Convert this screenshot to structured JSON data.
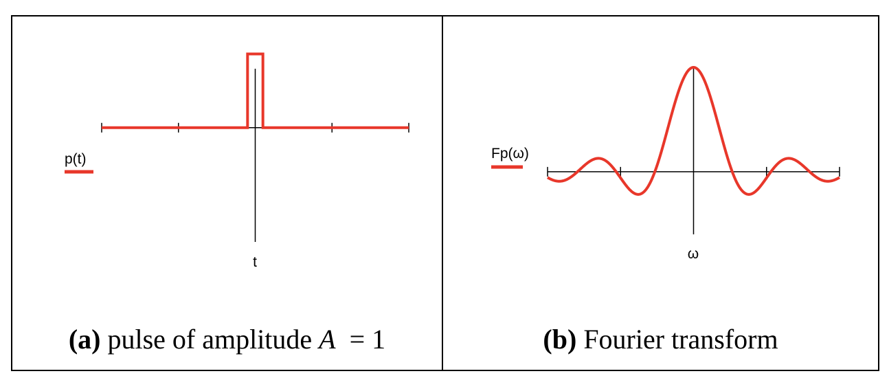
{
  "chart_data": [
    {
      "type": "line",
      "panel": "a",
      "legend": "p(t)",
      "xlabel": "t",
      "series_color": "#e8372a",
      "pulse": {
        "amplitude": 1,
        "t_start": -0.5,
        "t_end": 0.5
      },
      "xlim": [
        -10,
        10
      ],
      "ylim": [
        -1.55,
        0.8
      ],
      "x_ticks": [
        -10,
        -5,
        5,
        10
      ],
      "caption": {
        "label": "(a)",
        "text_pre": " pulse of amplitude ",
        "var": "A",
        "text_post": "  = 1"
      }
    },
    {
      "type": "line",
      "panel": "b",
      "legend": "Fp(ω)",
      "xlabel": "ω",
      "series_color": "#e8372a",
      "function": "sinc",
      "peak": 1,
      "xlim": [
        -20,
        20
      ],
      "ylim": [
        -0.6,
        1
      ],
      "x_ticks": [
        -20,
        -10,
        10,
        20
      ],
      "caption": {
        "label": "(b)",
        "text": " Fourier transform"
      }
    }
  ]
}
